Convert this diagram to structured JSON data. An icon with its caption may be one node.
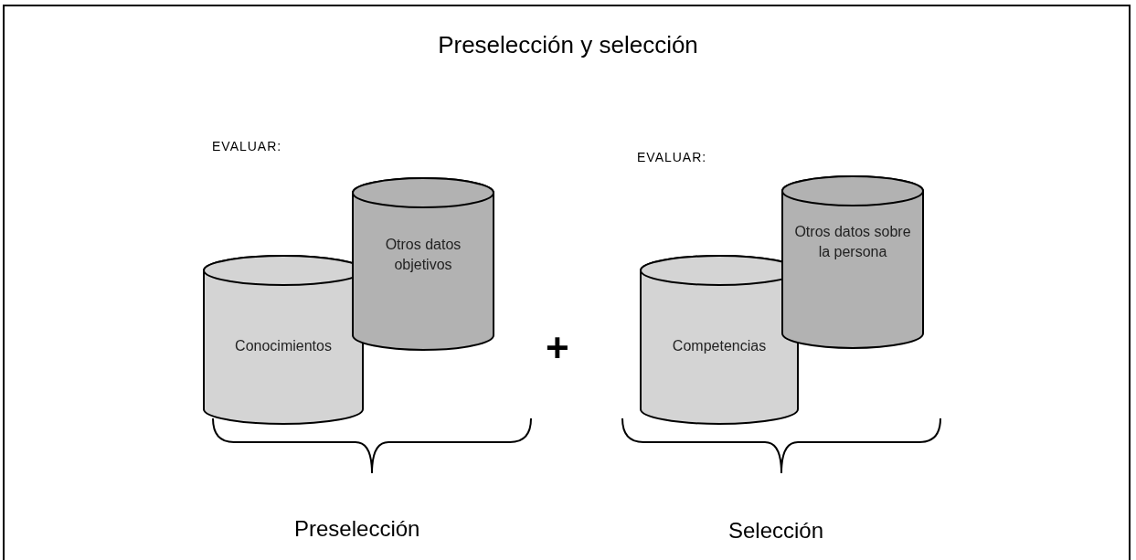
{
  "diagram": {
    "title": "Preselección y selección",
    "nodes": [
      {
        "text": [
          "Conocimientos"
        ]
      },
      {
        "text": [
          "Otros datos objetivos"
        ]
      },
      {
        "text": [
          "Competencias"
        ]
      },
      {
        "text": [
          "Otros datos sobre la persona"
        ]
      }
    ],
    "labels": [
      "EVALUAR:",
      "EVALUAR:",
      "+",
      "Preselección",
      "Selección"
    ]
  }
}
